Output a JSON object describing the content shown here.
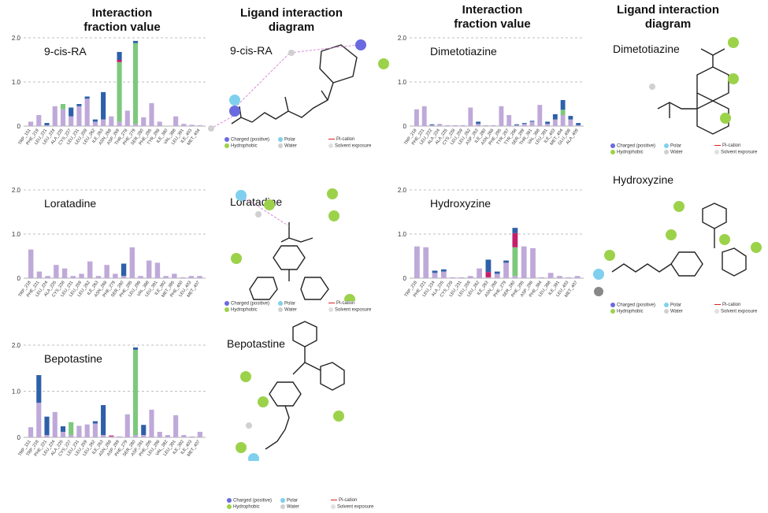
{
  "headers": {
    "interaction_fraction": "Interaction\nfraction value",
    "ligand_diagram": "Ligand interaction\ndiagram"
  },
  "legend": {
    "charged": "Charged (positive)",
    "hydrophobic": "Hydrophobic",
    "polar": "Polar",
    "water": "Water",
    "pication": "Pi-cation",
    "solvent": "Solvent exposure"
  },
  "colors": {
    "hydrophobic": "#bfa9d9",
    "hbond": "#7dc87d",
    "water_bridge": "#2e60a8",
    "ionic": "#c41e6a",
    "charged_res": "#6a6ae0",
    "hydrophobic_res": "#9bd24a",
    "polar_res": "#7fd0ee",
    "water_res": "#d0d0d0"
  },
  "chart_data": [
    {
      "type": "bar",
      "title": "9-cis-RA",
      "ylim": [
        0,
        2.0
      ],
      "yticks": [
        "0",
        "1.0",
        "2.0"
      ],
      "categories": [
        "TRP_151",
        "PHE_219",
        "LEU_221",
        "LEU_224",
        "ALA_225",
        "CYS_227",
        "LEU_231",
        "LEU_259",
        "LEU_262",
        "ILE_263",
        "ASN_268",
        "ASP_269",
        "THR_278",
        "PHE_279",
        "SER_280",
        "PHE_295",
        "TYR_298",
        "ILE_380",
        "VAL_388",
        "LEU_391",
        "ILE_403",
        "MET_404"
      ],
      "series": [
        {
          "key": "hydrophobic",
          "values": [
            0.1,
            0.25,
            0.02,
            0.45,
            0.38,
            0.22,
            0.45,
            0.62,
            0.1,
            0.15,
            0.22,
            0.1,
            0.35,
            0.05,
            0.2,
            0.52,
            0.1,
            0.0,
            0.22,
            0.05,
            0.03,
            0.02
          ]
        },
        {
          "key": "hbond",
          "values": [
            0,
            0,
            0,
            0,
            0.12,
            0,
            0,
            0,
            0,
            0,
            0,
            1.35,
            0,
            1.83,
            0,
            0,
            0,
            0,
            0,
            0,
            0,
            0
          ]
        },
        {
          "key": "ionic",
          "values": [
            0,
            0,
            0,
            0,
            0,
            0,
            0,
            0,
            0,
            0,
            0,
            0.05,
            0,
            0,
            0,
            0,
            0,
            0,
            0,
            0,
            0,
            0
          ]
        },
        {
          "key": "water_bridge",
          "values": [
            0,
            0,
            0.05,
            0,
            0,
            0.2,
            0.05,
            0.05,
            0.05,
            0.62,
            0,
            0.18,
            0,
            0.05,
            0,
            0,
            0,
            0,
            0,
            0,
            0,
            0
          ]
        }
      ]
    },
    {
      "type": "bar",
      "title": "Dimetotiazine",
      "ylim": [
        0,
        2.0
      ],
      "yticks": [
        "0",
        "1.0",
        "2.0"
      ],
      "categories": [
        "TRP_218",
        "PHE_221",
        "LEU_222",
        "ALA_224",
        "ALA_225",
        "CYS_228",
        "LEU_259",
        "LEU_262",
        "ASP_263",
        "ILE_280",
        "ASN_268",
        "PHE_295",
        "TYR_297",
        "TYR_298",
        "SER_299",
        "THR_381",
        "VAL_388",
        "LEU_391",
        "ILE_403",
        "MET_404",
        "GLU_408",
        "ALA_409"
      ],
      "series": [
        {
          "key": "hydrophobic",
          "values": [
            0.38,
            0.45,
            0.02,
            0.05,
            0.02,
            0.02,
            0.02,
            0.42,
            0.05,
            0.02,
            0.02,
            0.45,
            0.25,
            0.02,
            0.05,
            0.1,
            0.48,
            0.05,
            0.15,
            0.25,
            0.15,
            0.02
          ]
        },
        {
          "key": "hbond",
          "values": [
            0,
            0,
            0,
            0,
            0,
            0,
            0,
            0,
            0,
            0,
            0,
            0,
            0,
            0,
            0,
            0,
            0,
            0,
            0,
            0.12,
            0,
            0
          ]
        },
        {
          "key": "ionic",
          "values": [
            0,
            0,
            0,
            0,
            0,
            0,
            0,
            0,
            0,
            0,
            0,
            0,
            0,
            0,
            0,
            0,
            0,
            0,
            0,
            0,
            0,
            0
          ]
        },
        {
          "key": "water_bridge",
          "values": [
            0,
            0,
            0.02,
            0,
            0,
            0,
            0,
            0,
            0.05,
            0,
            0,
            0,
            0,
            0.02,
            0.02,
            0.02,
            0,
            0.05,
            0.12,
            0.22,
            0.08,
            0.05
          ]
        }
      ]
    },
    {
      "type": "bar",
      "title": "Loratadine",
      "ylim": [
        0,
        2.0
      ],
      "yticks": [
        "0",
        "1.0",
        "2.0"
      ],
      "categories": [
        "TRP_218",
        "PHE_221",
        "LEU_224",
        "ALA_225",
        "CYS_228",
        "LEU_231",
        "LEU_259",
        "LEU_262",
        "ILE_263",
        "ASN_268",
        "PHE_279",
        "SER_280",
        "PHE_295",
        "LEU_298",
        "VAL_388",
        "LEU_391",
        "ILE_392",
        "MET_395",
        "PHE_400",
        "LEU_403",
        "MET_407"
      ],
      "series": [
        {
          "key": "hydrophobic",
          "values": [
            0.65,
            0.15,
            0.05,
            0.3,
            0.22,
            0.05,
            0.1,
            0.38,
            0.05,
            0.3,
            0.1,
            0.05,
            0.7,
            0.05,
            0.4,
            0.35,
            0.05,
            0.1,
            0.02,
            0.05,
            0.05
          ]
        },
        {
          "key": "hbond",
          "values": [
            0,
            0,
            0,
            0,
            0,
            0,
            0,
            0,
            0,
            0,
            0,
            0,
            0,
            0,
            0,
            0,
            0,
            0,
            0,
            0,
            0
          ]
        },
        {
          "key": "ionic",
          "values": [
            0,
            0,
            0,
            0,
            0,
            0,
            0,
            0,
            0,
            0,
            0,
            0,
            0,
            0,
            0,
            0,
            0,
            0,
            0,
            0,
            0
          ]
        },
        {
          "key": "water_bridge",
          "values": [
            0,
            0,
            0,
            0,
            0,
            0,
            0,
            0,
            0,
            0,
            0,
            0.28,
            0,
            0,
            0,
            0,
            0,
            0,
            0,
            0,
            0
          ]
        }
      ]
    },
    {
      "type": "bar",
      "title": "Hydroxyzine",
      "ylim": [
        0,
        2.0
      ],
      "yticks": [
        "0",
        "1.0",
        "2.0"
      ],
      "categories": [
        "TRP_218",
        "PHE_221",
        "LEU_224",
        "ALA_225",
        "CYS_228",
        "LEU_231",
        "LEU_259",
        "LEU_262",
        "ILE_263",
        "ASN_268",
        "PHE_279",
        "SER_280",
        "PHE_295",
        "ASP_298",
        "PHE_384",
        "LEU_388",
        "ILE_391",
        "LEU_403",
        "MET_407"
      ],
      "series": [
        {
          "key": "hydrophobic",
          "values": [
            0.72,
            0.7,
            0.12,
            0.15,
            0.02,
            0.02,
            0.05,
            0.22,
            0.02,
            0.1,
            0.35,
            0.05,
            0.72,
            0.68,
            0.02,
            0.12,
            0.05,
            0.02,
            0.05
          ]
        },
        {
          "key": "hbond",
          "values": [
            0,
            0,
            0,
            0,
            0,
            0,
            0,
            0,
            0,
            0,
            0,
            0.65,
            0,
            0,
            0,
            0,
            0,
            0,
            0
          ]
        },
        {
          "key": "ionic",
          "values": [
            0,
            0,
            0,
            0,
            0,
            0,
            0,
            0,
            0.12,
            0,
            0,
            0.32,
            0,
            0,
            0,
            0,
            0,
            0,
            0
          ]
        },
        {
          "key": "water_bridge",
          "values": [
            0,
            0,
            0.05,
            0.05,
            0,
            0,
            0,
            0,
            0.28,
            0.05,
            0.05,
            0.12,
            0,
            0,
            0,
            0,
            0,
            0,
            0
          ]
        }
      ]
    },
    {
      "type": "bar",
      "title": "Bepotastine",
      "ylim": [
        0,
        2.0
      ],
      "yticks": [
        "0",
        "1.0",
        "2.0"
      ],
      "categories": [
        "TRP_151",
        "TRP_218",
        "PHE_221",
        "LEU_224",
        "ALA_225",
        "CYS_227",
        "LEU_231",
        "LEU_259",
        "LEU_262",
        "ILE_263",
        "ASN_268",
        "ASP_269",
        "PHE_279",
        "SER_280",
        "ASP_281",
        "PHE_295",
        "LEU_298",
        "VAL_382",
        "LEU_391",
        "ILE_392",
        "ILE_403",
        "MET_407"
      ],
      "series": [
        {
          "key": "hydrophobic",
          "values": [
            0.22,
            0.75,
            0.05,
            0.55,
            0.12,
            0.05,
            0.25,
            0.28,
            0.3,
            0.05,
            0.02,
            0.02,
            0.5,
            0.05,
            0.05,
            0.6,
            0.12,
            0.05,
            0.48,
            0.05,
            0.02,
            0.12
          ]
        },
        {
          "key": "hbond",
          "values": [
            0,
            0,
            0,
            0,
            0,
            0.28,
            0,
            0,
            0,
            0,
            0,
            0,
            0,
            1.85,
            0,
            0,
            0,
            0,
            0,
            0,
            0,
            0
          ]
        },
        {
          "key": "ionic",
          "values": [
            0,
            0,
            0,
            0,
            0,
            0,
            0,
            0,
            0,
            0,
            0.02,
            0,
            0,
            0,
            0,
            0,
            0,
            0,
            0,
            0,
            0,
            0
          ]
        },
        {
          "key": "water_bridge",
          "values": [
            0,
            0.6,
            0.4,
            0,
            0.12,
            0,
            0,
            0,
            0.05,
            0.65,
            0,
            0,
            0,
            0.05,
            0.22,
            0,
            0,
            0,
            0,
            0,
            0,
            0
          ]
        }
      ]
    }
  ]
}
